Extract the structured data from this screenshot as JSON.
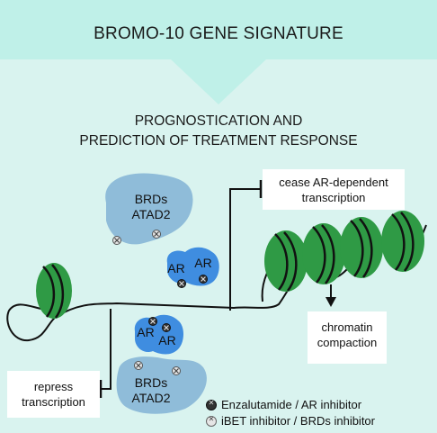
{
  "header": {
    "title": "BROMO-10 GENE SIGNATURE"
  },
  "subtitle": {
    "line1": "PROGNOSTICATION AND",
    "line2": "PREDICTION OF TREATMENT RESPONSE"
  },
  "complex_top": {
    "line1": "BRDs",
    "line2": "ATAD2"
  },
  "complex_bottom": {
    "line1": "BRDs",
    "line2": "ATAD2"
  },
  "ar_top": {
    "a": "AR",
    "b": "AR"
  },
  "ar_bottom": {
    "a": "AR",
    "b": "AR"
  },
  "box_cease": {
    "line1": "cease AR-dependent",
    "line2": "transcription"
  },
  "box_chromatin": {
    "line1": "chromatin",
    "line2": "compaction"
  },
  "box_repress": {
    "line1": "repress",
    "line2": "transcription"
  },
  "legend": {
    "enzalutamide": "Enzalutamide / AR inhibitor",
    "ibet": "iBET inhibitor / BRDs inhibitor"
  },
  "colors": {
    "background": "#d9f3ef",
    "banner": "#bff0e8",
    "brd_blob": "#8fbcd9",
    "ar_blob": "#3f8de0",
    "nucleosome": "#2f9a45"
  }
}
